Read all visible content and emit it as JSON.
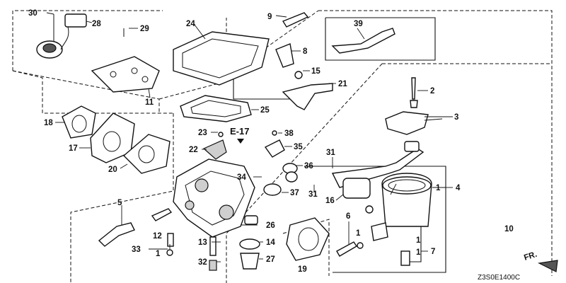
{
  "diagram": {
    "footer_code": "Z3S0E1400C",
    "reference_label": "E-17",
    "direction_label": "FR.",
    "colors": {
      "ink": "#111111",
      "background": "#ffffff"
    },
    "callouts": [
      "30",
      "28",
      "29",
      "24",
      "9",
      "39",
      "8",
      "15",
      "21",
      "11",
      "2",
      "3",
      "18",
      "17",
      "20",
      "25",
      "23",
      "38",
      "22",
      "35",
      "36",
      "34",
      "37",
      "31",
      "31",
      "16",
      "1",
      "4",
      "5",
      "6",
      "1",
      "10",
      "12",
      "26",
      "33",
      "1",
      "13",
      "14",
      "32",
      "27",
      "19",
      "1",
      "1",
      "7"
    ]
  }
}
